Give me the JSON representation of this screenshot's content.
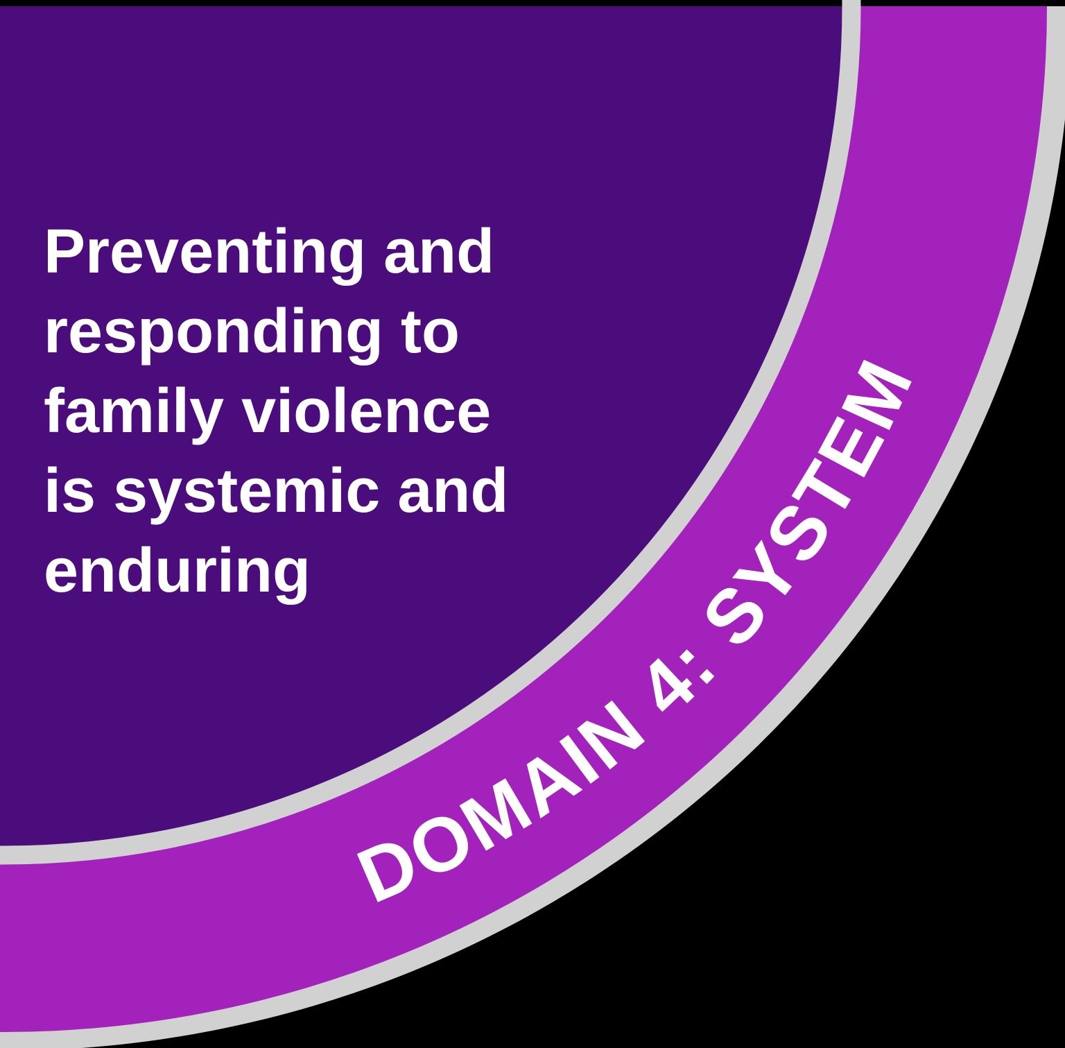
{
  "figure": {
    "heading": {
      "lines": [
        "Preventing and",
        "responding to",
        "family violence",
        "is systemic and",
        "enduring"
      ]
    },
    "band": {
      "label": "DOMAIN 4: SYSTEM"
    },
    "colors": {
      "background": "#000000",
      "inner_disk": "#4B0D7C",
      "band": "#A322BB",
      "ring_divider": "#D1D1D1",
      "text": "#FFFFFF"
    }
  }
}
